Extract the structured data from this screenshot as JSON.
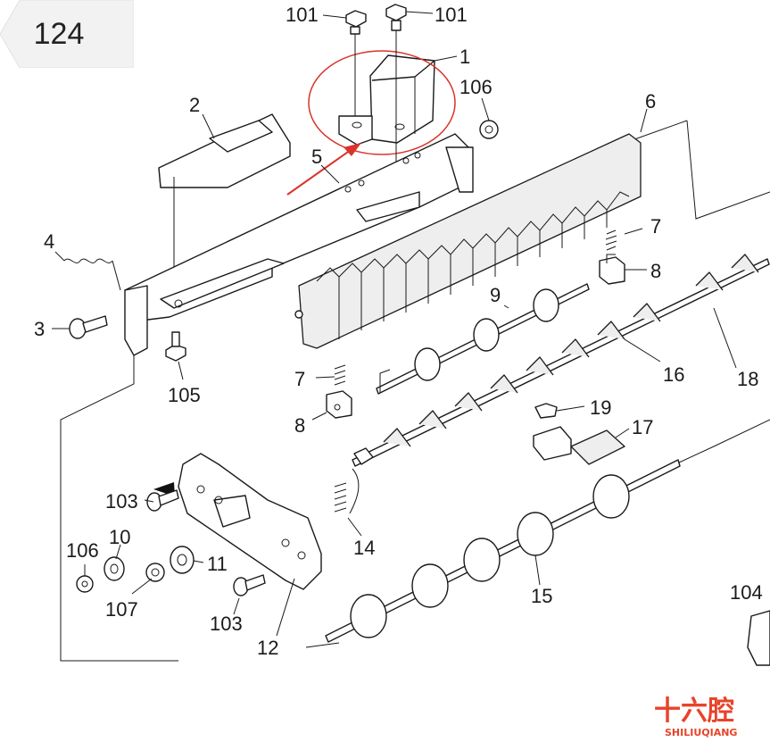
{
  "callouts": {
    "c101a": "101",
    "c101b": "101",
    "c1": "1",
    "c106a": "106",
    "c2": "2",
    "c6": "6",
    "c5": "5",
    "c4": "4",
    "c7a": "7",
    "c8a": "8",
    "c3": "3",
    "c9": "9",
    "c105": "105",
    "c7b": "7",
    "c16": "16",
    "c18": "18",
    "c8b": "8",
    "c19": "19",
    "c17": "17",
    "c103a": "103",
    "c10": "10",
    "c106b": "106",
    "c11": "11",
    "c14": "14",
    "c107": "107",
    "c103b": "103",
    "c12": "12",
    "c15": "15",
    "c104": "104"
  },
  "page_badge": {
    "number": "124"
  },
  "watermark": {
    "cn": "十六腔",
    "latin": "SHILIUQIANG"
  },
  "colors": {
    "highlight": "#d9342b",
    "line": "#1a1a1a",
    "watermark": "#e8432a",
    "badge_bg": "#f2f2f2"
  }
}
